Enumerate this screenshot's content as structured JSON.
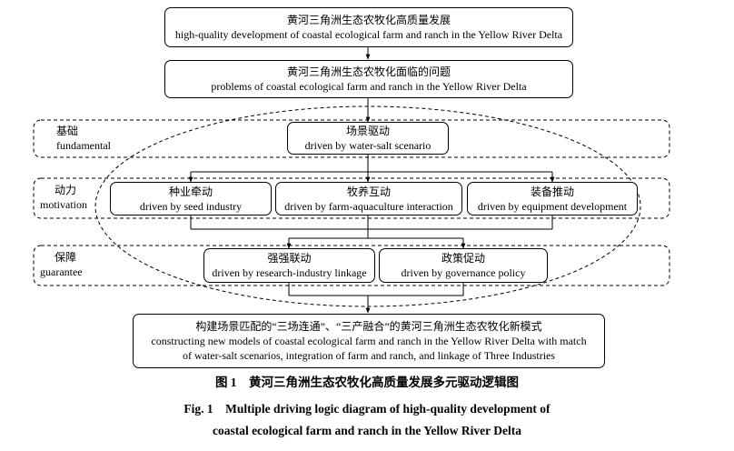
{
  "top": {
    "zh": "黄河三角洲生态农牧化高质量发展",
    "en": "high-quality development of coastal ecological farm and ranch in the Yellow River Delta"
  },
  "problems": {
    "zh": "黄河三角洲生态农牧化面临的问题",
    "en": "problems of coastal ecological farm and ranch in the Yellow River Delta"
  },
  "layers": {
    "fundamental": {
      "zh": "基础",
      "en": "fundamental"
    },
    "motivation": {
      "zh": "动力",
      "en": "motivation"
    },
    "guarantee": {
      "zh": "保障",
      "en": "guarantee"
    }
  },
  "scenario": {
    "zh": "场景驱动",
    "en": "driven by water-salt scenario"
  },
  "seed": {
    "zh": "种业牵动",
    "en": "driven by seed industry"
  },
  "farm": {
    "zh": "牧养互动",
    "en": "driven by farm-aquaculture interaction"
  },
  "equipment": {
    "zh": "装备推动",
    "en": "driven by equipment development"
  },
  "research": {
    "zh": "强强联动",
    "en": "driven by research-industry linkage"
  },
  "governance": {
    "zh": "政策促动",
    "en": "driven by governance policy"
  },
  "model": {
    "zh": "构建场景匹配的“三场连通”、“三产融合”的黄河三角洲生态农牧化新模式",
    "en1": "constructing new models of coastal ecological farm and ranch in the Yellow River Delta with match",
    "en2": "of water-salt scenarios, integration of farm and ranch, and linkage of Three Industries"
  },
  "caption": {
    "zh": "图 1　黄河三角洲生态农牧化高质量发展多元驱动逻辑图",
    "en1": "Fig. 1    Multiple driving logic diagram of high-quality development of",
    "en2": "coastal ecological farm and ranch in the Yellow River Delta"
  }
}
